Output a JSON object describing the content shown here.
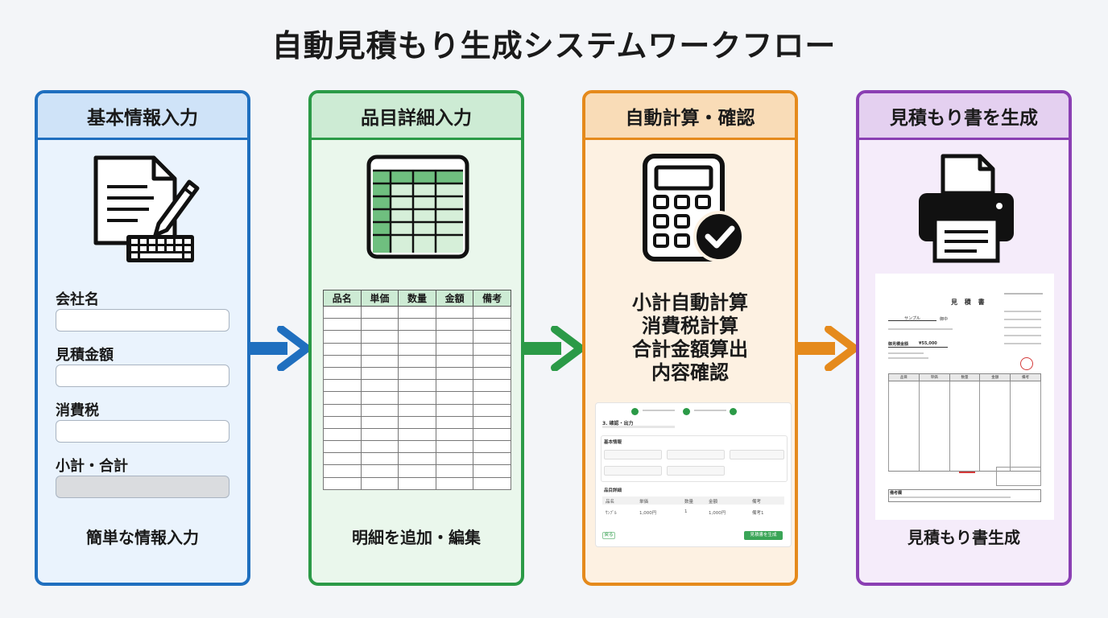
{
  "title": "自動見積もり生成システムワークフロー",
  "colors": {
    "blue": "#1f6fbf",
    "green": "#2b9a47",
    "orange": "#e58a1c",
    "purple": "#8a3fb3"
  },
  "steps": [
    {
      "header": "基本情報入力",
      "icon": "document-keyboard-icon",
      "fields": [
        "会社名",
        "見積金額",
        "消費税",
        "小計・合計"
      ],
      "caption": "簡単な情報入力"
    },
    {
      "header": "品目詳細入力",
      "icon": "spreadsheet-icon",
      "table_headers": [
        "品名",
        "単価",
        "数量",
        "金額",
        "備考"
      ],
      "caption": "明細を追加・編集"
    },
    {
      "header": "自動計算・確認",
      "icon": "calculator-check-icon",
      "items": [
        "小計自動計算",
        "消費税計算",
        "合計金額算出",
        "内容確認"
      ],
      "screenshot": {
        "step_label": "3. 確認・出力",
        "section_basic": "基本情報",
        "section_items": "品目詳細",
        "col_headers": [
          "品名",
          "単価",
          "数量",
          "金額",
          "備考"
        ],
        "row": [
          "ｻﾝﾌﾟﾙ",
          "1,000円",
          "1",
          "1,000円",
          "備考1"
        ],
        "back_button": "戻る",
        "generate_button": "見積書を生成"
      },
      "caption": ""
    },
    {
      "header": "見積もり書を生成",
      "icon": "printer-icon",
      "document": {
        "title": "見 積 書",
        "client": "サンプル",
        "honorific": "御中",
        "total_label": "御見積金額",
        "total_value": "¥55,000",
        "table_headers": [
          "品目",
          "単価",
          "数量",
          "金額",
          "備考"
        ],
        "notes_label": "備考欄"
      },
      "caption": "見積もり書生成"
    }
  ]
}
